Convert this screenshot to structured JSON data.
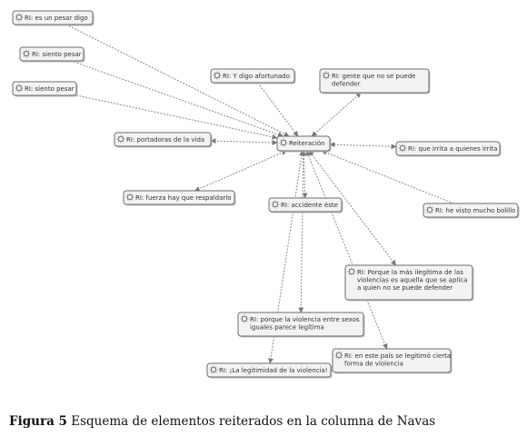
{
  "center": {
    "id": "center",
    "label": "Reiteración"
  },
  "nodes": [
    {
      "id": "n1",
      "label": "RI: es un pesar digo",
      "dir": "in"
    },
    {
      "id": "n2",
      "label": "RI: siento pesar",
      "dir": "in"
    },
    {
      "id": "n3",
      "label": "RI: siento pesar",
      "dir": "in"
    },
    {
      "id": "n4",
      "label": "RI: Y digo afortunado",
      "dir": "in"
    },
    {
      "id": "n5",
      "label": "RI: gente que no se puede defender",
      "dir": "both"
    },
    {
      "id": "n6",
      "label": "RI: portadoras de la vida",
      "dir": "both"
    },
    {
      "id": "n7",
      "label": "RI: que irrita a quienes irrita",
      "dir": "both"
    },
    {
      "id": "n8",
      "label": "RI: fuerza hay que respaldarlo",
      "dir": "both"
    },
    {
      "id": "n9",
      "label": "RI: accidente éste",
      "dir": "both"
    },
    {
      "id": "n10",
      "label": "RI: he visto mucho bolillo",
      "dir": "in"
    },
    {
      "id": "n11",
      "label": "RI: Porque la más ilegítima de las violencias es aquella que se aplica a quien no se puede defender",
      "dir": "both"
    },
    {
      "id": "n12",
      "label": "RI: porque la violencia entre sexos iguales parece legítima",
      "dir": "both"
    },
    {
      "id": "n13",
      "label": "RI: en este país se legitimó cierta forma de violencia",
      "dir": "both"
    },
    {
      "id": "n14",
      "label": "RI: ¡La legitimidad de la violencia!",
      "dir": "both"
    }
  ],
  "caption": {
    "figure": "Figura 5",
    "text": "Esquema de elementos reiterados en la columna de Navas"
  }
}
